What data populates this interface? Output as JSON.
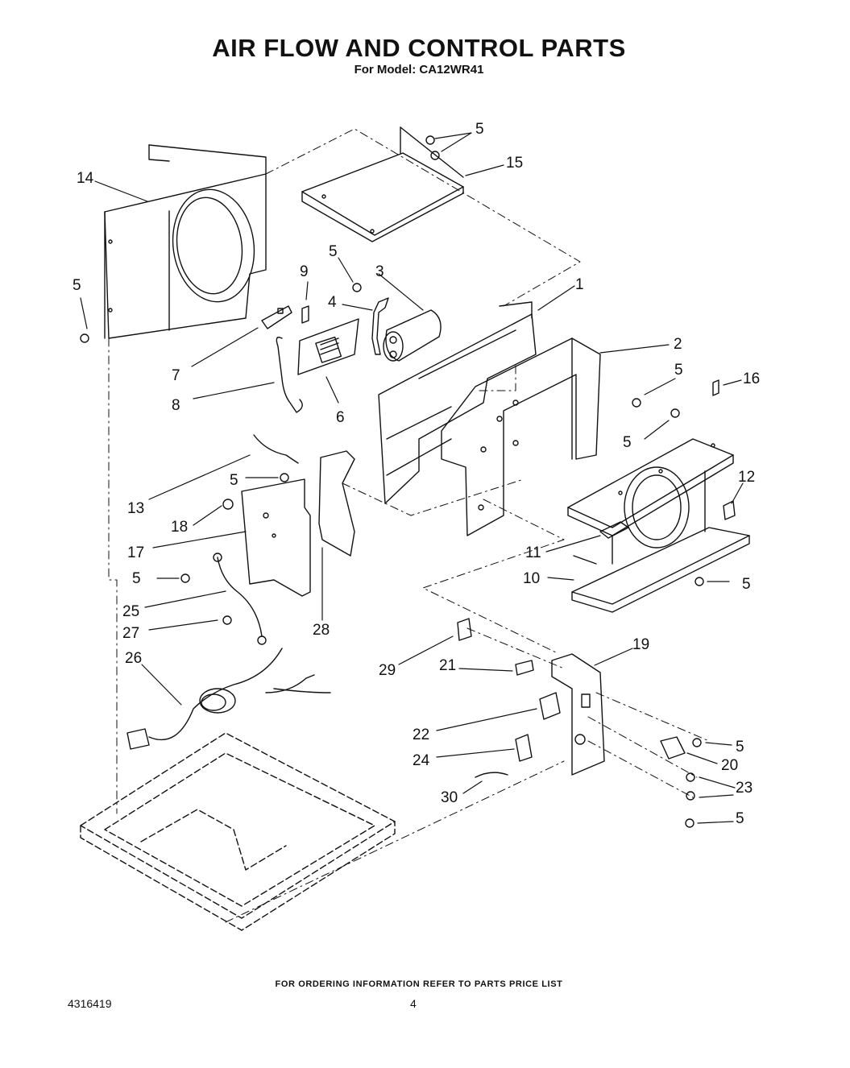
{
  "header": {
    "title": "AIR FLOW AND CONTROL PARTS",
    "subtitle": "For Model: CA12WR41"
  },
  "footer": {
    "note": "FOR ORDERING INFORMATION REFER TO PARTS PRICE LIST",
    "doc_number": "4316419",
    "page_number": "4"
  },
  "callouts": [
    {
      "id": "c5a",
      "label": "5"
    },
    {
      "id": "c15",
      "label": "15"
    },
    {
      "id": "c14",
      "label": "14"
    },
    {
      "id": "c5b",
      "label": "5"
    },
    {
      "id": "c9",
      "label": "9"
    },
    {
      "id": "c5c",
      "label": "5"
    },
    {
      "id": "c3",
      "label": "3"
    },
    {
      "id": "c4",
      "label": "4"
    },
    {
      "id": "c1",
      "label": "1"
    },
    {
      "id": "c2",
      "label": "2"
    },
    {
      "id": "c7",
      "label": "7"
    },
    {
      "id": "c8",
      "label": "8"
    },
    {
      "id": "c6",
      "label": "6"
    },
    {
      "id": "c5d",
      "label": "5"
    },
    {
      "id": "c16",
      "label": "16"
    },
    {
      "id": "c5e",
      "label": "5"
    },
    {
      "id": "c13",
      "label": "13"
    },
    {
      "id": "c5f",
      "label": "5"
    },
    {
      "id": "c12",
      "label": "12"
    },
    {
      "id": "c18",
      "label": "18"
    },
    {
      "id": "c17",
      "label": "17"
    },
    {
      "id": "c11",
      "label": "11"
    },
    {
      "id": "c5g",
      "label": "5"
    },
    {
      "id": "c10",
      "label": "10"
    },
    {
      "id": "c5h",
      "label": "5"
    },
    {
      "id": "c25",
      "label": "25"
    },
    {
      "id": "c27",
      "label": "27"
    },
    {
      "id": "c28",
      "label": "28"
    },
    {
      "id": "c19",
      "label": "19"
    },
    {
      "id": "c26",
      "label": "26"
    },
    {
      "id": "c29",
      "label": "29"
    },
    {
      "id": "c21",
      "label": "21"
    },
    {
      "id": "c22",
      "label": "22"
    },
    {
      "id": "c5i",
      "label": "5"
    },
    {
      "id": "c20",
      "label": "20"
    },
    {
      "id": "c24",
      "label": "24"
    },
    {
      "id": "c23",
      "label": "23"
    },
    {
      "id": "c30",
      "label": "30"
    },
    {
      "id": "c5j",
      "label": "5"
    }
  ]
}
